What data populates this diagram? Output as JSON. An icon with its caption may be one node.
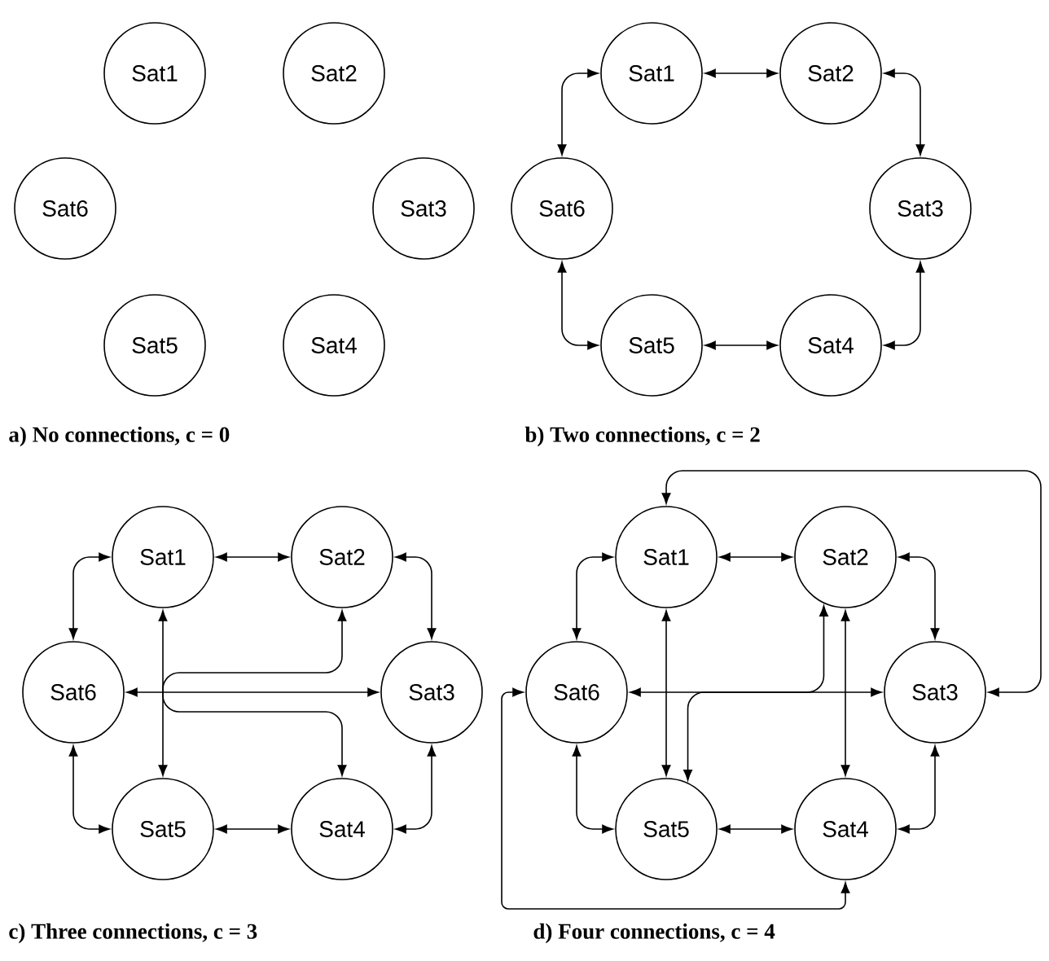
{
  "diagram": {
    "nodes": [
      {
        "text": [
          "Sat1"
        ]
      },
      {
        "text": [
          "Sat2"
        ]
      },
      {
        "text": [
          "Sat6"
        ]
      },
      {
        "text": [
          "Sat3"
        ]
      },
      {
        "text": [
          "Sat5"
        ]
      },
      {
        "text": [
          "Sat4"
        ]
      },
      {
        "text": [
          "Sat1"
        ]
      },
      {
        "text": [
          "Sat2"
        ]
      },
      {
        "text": [
          "Sat6"
        ]
      },
      {
        "text": [
          "Sat3"
        ]
      },
      {
        "text": [
          "Sat5"
        ]
      },
      {
        "text": [
          "Sat4"
        ]
      },
      {
        "text": [
          "Sat1"
        ]
      },
      {
        "text": [
          "Sat2"
        ]
      },
      {
        "text": [
          "Sat6"
        ]
      },
      {
        "text": [
          "Sat3"
        ]
      },
      {
        "text": [
          "Sat5"
        ]
      },
      {
        "text": [
          "Sat4"
        ]
      },
      {
        "text": [
          "Sat1"
        ]
      },
      {
        "text": [
          "Sat2"
        ]
      },
      {
        "text": [
          "Sat6"
        ]
      },
      {
        "text": [
          "Sat3"
        ]
      },
      {
        "text": [
          "Sat5"
        ]
      },
      {
        "text": [
          "Sat4"
        ]
      }
    ],
    "edges": [
      {
        "from": 6,
        "to": 7,
        "arrow": "both"
      },
      {
        "from": 7,
        "to": 9,
        "arrow": "both"
      },
      {
        "from": 9,
        "to": 11,
        "arrow": "both"
      },
      {
        "from": 11,
        "to": 10,
        "arrow": "both"
      },
      {
        "from": 10,
        "to": 8,
        "arrow": "both"
      },
      {
        "from": 8,
        "to": 6,
        "arrow": "both"
      },
      {
        "from": 12,
        "to": 13,
        "arrow": "both"
      },
      {
        "from": 13,
        "to": 15,
        "arrow": "both"
      },
      {
        "from": 15,
        "to": 17,
        "arrow": "both"
      },
      {
        "from": 17,
        "to": 16,
        "arrow": "both"
      },
      {
        "from": 16,
        "to": 14,
        "arrow": "both"
      },
      {
        "from": 14,
        "to": 12,
        "arrow": "both"
      },
      {
        "from": 12,
        "to": 17,
        "arrow": "both"
      },
      {
        "from": 13,
        "to": 16,
        "arrow": "both"
      },
      {
        "from": 14,
        "to": 15,
        "arrow": "both"
      },
      {
        "from": 18,
        "to": 19,
        "arrow": "both"
      },
      {
        "from": 19,
        "to": 21,
        "arrow": "both"
      },
      {
        "from": 21,
        "to": 23,
        "arrow": "both"
      },
      {
        "from": 23,
        "to": 22,
        "arrow": "both"
      },
      {
        "from": 22,
        "to": 20,
        "arrow": "both"
      },
      {
        "from": 20,
        "to": 18,
        "arrow": "both"
      },
      {
        "from": 18,
        "to": 22,
        "arrow": "both"
      },
      {
        "from": 19,
        "to": 23,
        "arrow": "both"
      },
      {
        "from": 18,
        "to": 21,
        "arrow": "both"
      },
      {
        "from": 20,
        "to": 23,
        "arrow": "both"
      },
      {
        "from": 19,
        "to": 20,
        "arrow": "both"
      },
      {
        "from": 22,
        "to": 21,
        "arrow": "both"
      }
    ],
    "labels": [
      "a) No connections, c = 0",
      "b) Two connections, c = 2",
      "c) Three connections, c = 3",
      "d) Four connections, c = 4"
    ]
  }
}
